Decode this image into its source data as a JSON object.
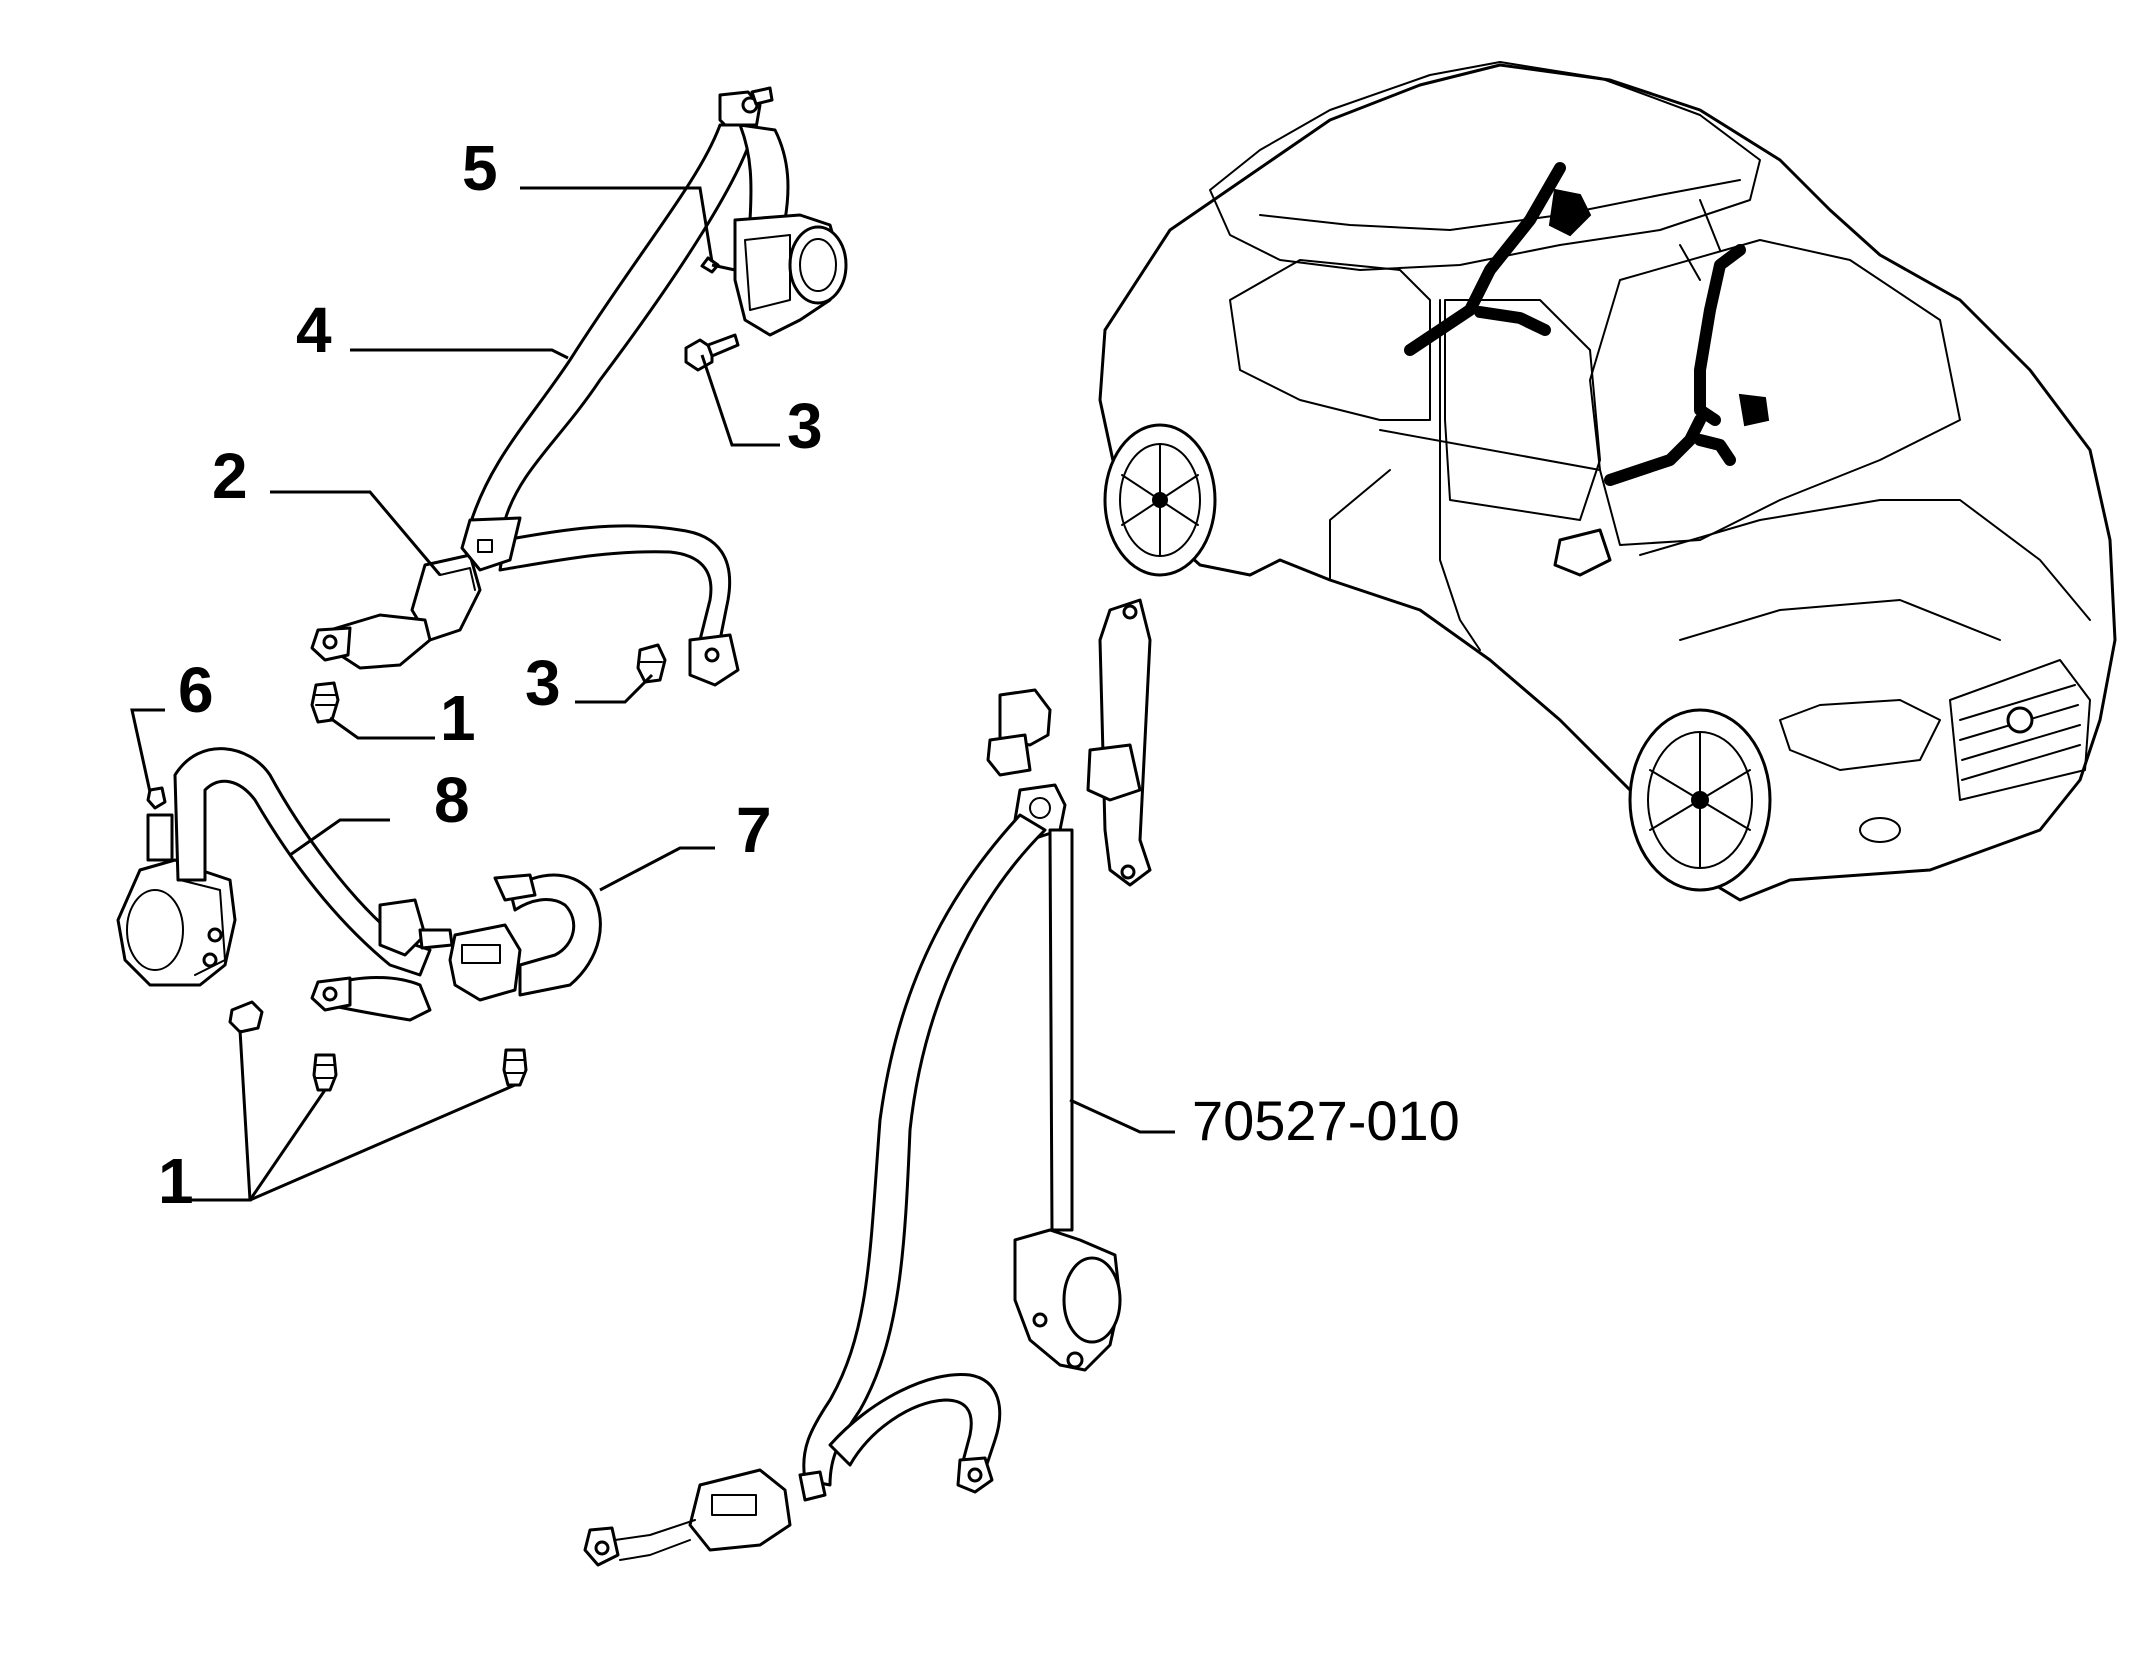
{
  "callouts": {
    "c5": "5",
    "c4": "4",
    "c3a": "3",
    "c2": "2",
    "c3b": "3",
    "c1a": "1",
    "c6": "6",
    "c8": "8",
    "c7": "7",
    "c1b": "1",
    "ref": "70527-010"
  }
}
